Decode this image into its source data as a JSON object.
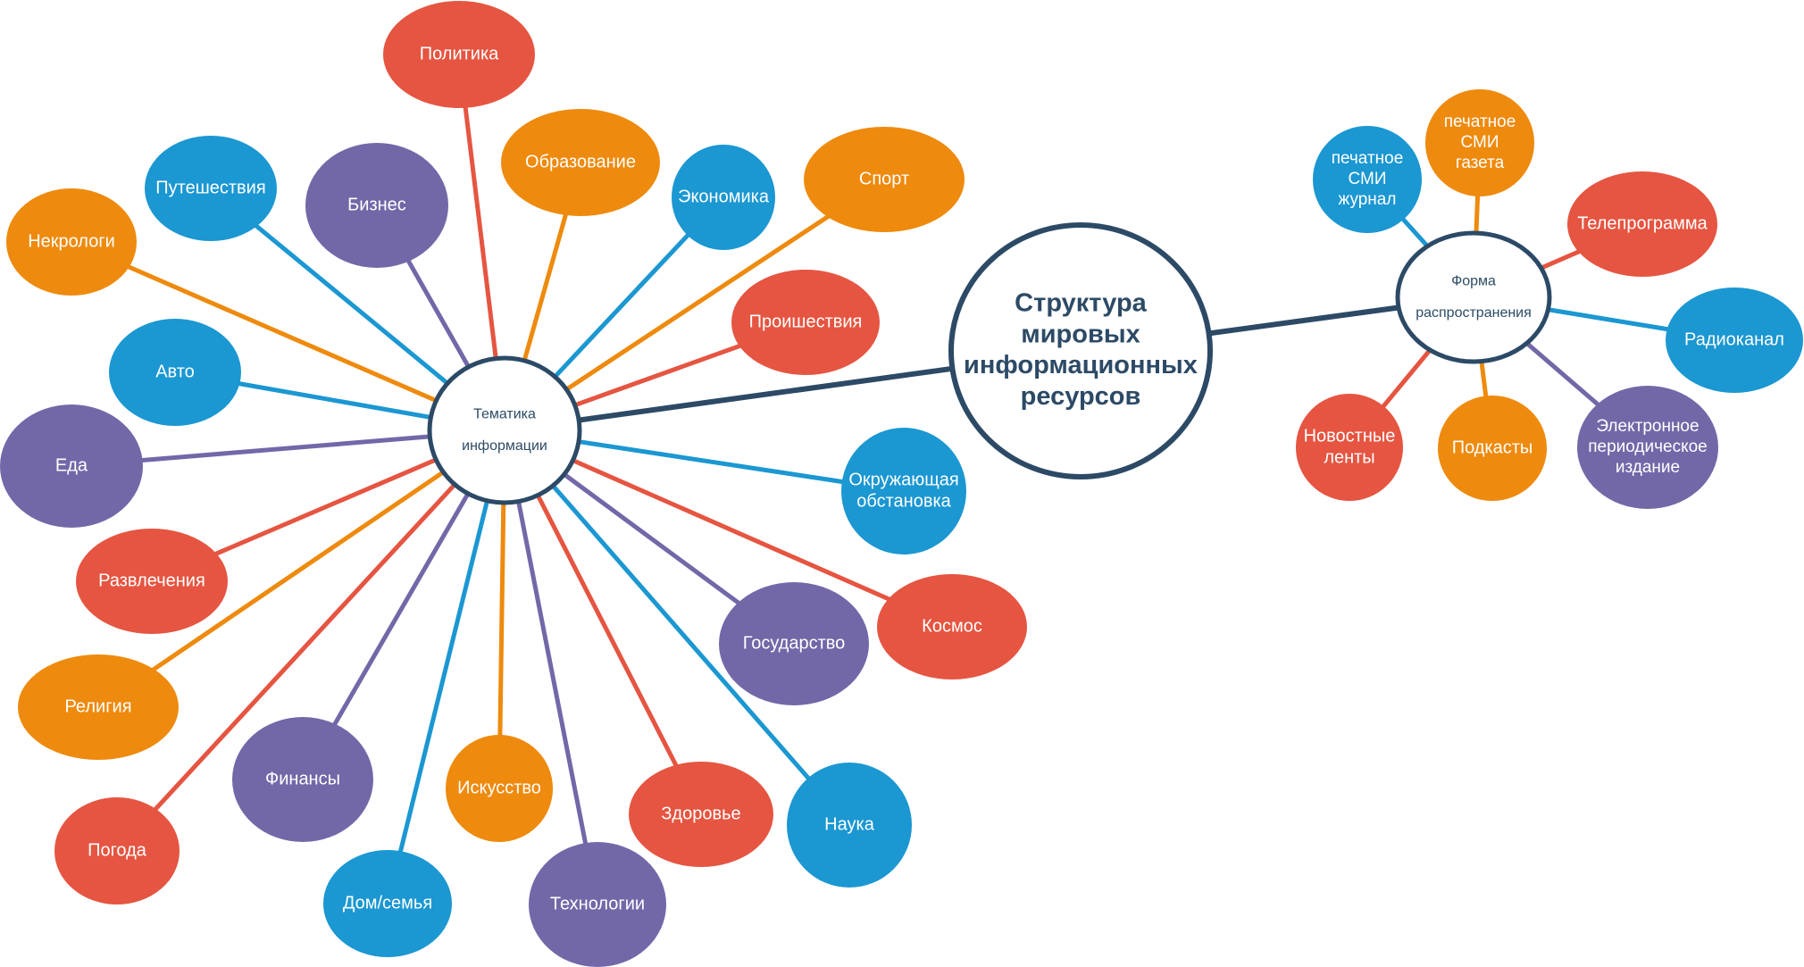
{
  "palette": {
    "red": "#e55541",
    "orange": "#ee8a0d",
    "blue": "#1b97d2",
    "purple": "#7268a8",
    "navy": "#2c4a66"
  },
  "center": {
    "lines": [
      "Структура",
      "мировых",
      "информационных",
      "ресурсов"
    ]
  },
  "hubs": [
    {
      "id": "topics",
      "lines": [
        "Тематика",
        "информации"
      ],
      "nodes": [
        {
          "lines": [
            "Политика"
          ],
          "color": "red"
        },
        {
          "lines": [
            "Образование"
          ],
          "color": "orange"
        },
        {
          "lines": [
            "Экономика"
          ],
          "color": "blue"
        },
        {
          "lines": [
            "Спорт"
          ],
          "color": "orange"
        },
        {
          "lines": [
            "Проишествия"
          ],
          "color": "red"
        },
        {
          "lines": [
            "Окружающая",
            "обстановка"
          ],
          "color": "blue"
        },
        {
          "lines": [
            "Космос"
          ],
          "color": "red"
        },
        {
          "lines": [
            "Государство"
          ],
          "color": "purple"
        },
        {
          "lines": [
            "Наука"
          ],
          "color": "blue"
        },
        {
          "lines": [
            "Здоровье"
          ],
          "color": "red"
        },
        {
          "lines": [
            "Технологии"
          ],
          "color": "purple"
        },
        {
          "lines": [
            "Искусство"
          ],
          "color": "orange"
        },
        {
          "lines": [
            "Дом/семья"
          ],
          "color": "blue"
        },
        {
          "lines": [
            "Финансы"
          ],
          "color": "purple"
        },
        {
          "lines": [
            "Погода"
          ],
          "color": "red"
        },
        {
          "lines": [
            "Религия"
          ],
          "color": "orange"
        },
        {
          "lines": [
            "Развлечения"
          ],
          "color": "red"
        },
        {
          "lines": [
            "Еда"
          ],
          "color": "purple"
        },
        {
          "lines": [
            "Авто"
          ],
          "color": "blue"
        },
        {
          "lines": [
            "Некрологи"
          ],
          "color": "orange"
        },
        {
          "lines": [
            "Путешествия"
          ],
          "color": "blue"
        },
        {
          "lines": [
            "Бизнес"
          ],
          "color": "purple"
        }
      ]
    },
    {
      "id": "distribution",
      "lines": [
        "Форма",
        "распространения"
      ],
      "nodes": [
        {
          "lines": [
            "печатное",
            "СМИ",
            "журнал"
          ],
          "color": "blue"
        },
        {
          "lines": [
            "печатное",
            "СМИ",
            "газета"
          ],
          "color": "orange"
        },
        {
          "lines": [
            "Телепрограмма"
          ],
          "color": "red"
        },
        {
          "lines": [
            "Радиоканал"
          ],
          "color": "blue"
        },
        {
          "lines": [
            "Электронное",
            "периодическое",
            "издание"
          ],
          "color": "purple"
        },
        {
          "lines": [
            "Подкасты"
          ],
          "color": "orange"
        },
        {
          "lines": [
            "Новостные",
            "ленты"
          ],
          "color": "red"
        }
      ]
    }
  ]
}
